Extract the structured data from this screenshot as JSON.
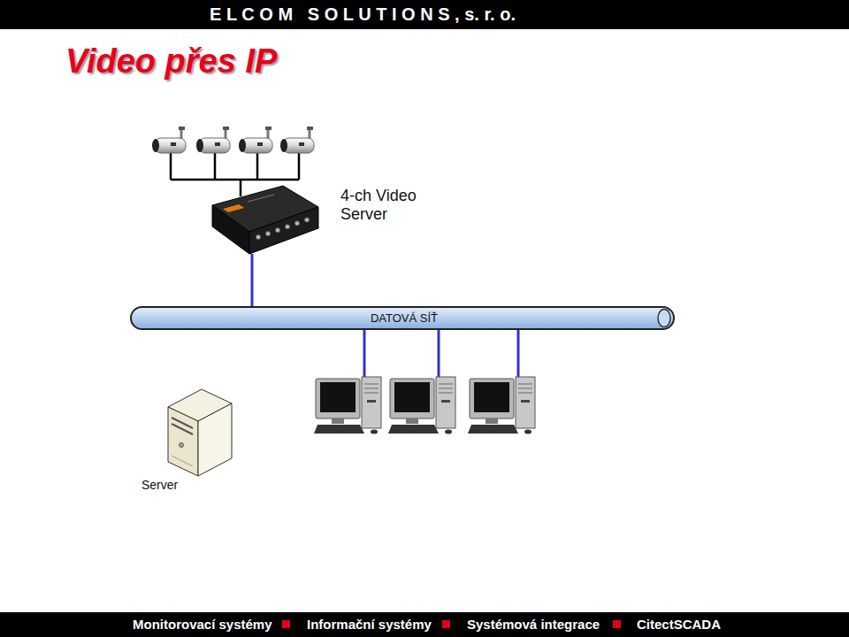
{
  "diagram": {
    "title": "Video přes IP",
    "nodes": [
      {
        "text": [
          "4-ch Video Server"
        ]
      },
      {
        "text": [
          "DATOVÁ SÍŤ"
        ]
      },
      {
        "text": [
          "Server"
        ]
      }
    ],
    "edges": [
      {
        "from": 0,
        "to": 1,
        "arrow": "none"
      }
    ],
    "labels": [
      "E L C O M   S O L U T I O N S , s. r. o.",
      "Monitorovací systémy",
      "Informační systémy",
      "Systémová integrace",
      "CitectSCADA"
    ]
  }
}
